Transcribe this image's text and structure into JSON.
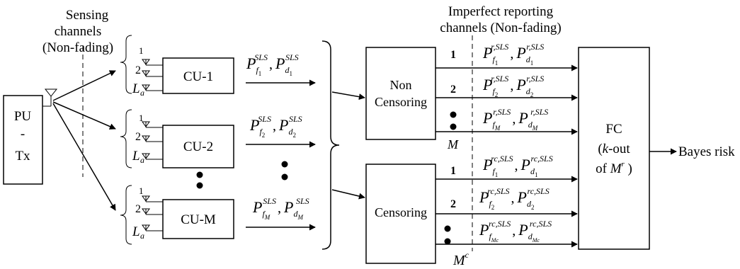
{
  "labels": {
    "sensing_channels_line1": "Sensing",
    "sensing_channels_line2": "channels",
    "sensing_channels_line3": "(Non-fading)",
    "reporting_line1": "Imperfect reporting",
    "reporting_line2": "channels (Non-fading)",
    "pu_line1": "PU",
    "pu_line2": "-",
    "pu_line3": "Tx",
    "cu1": "CU-1",
    "cu2": "CU-2",
    "cuM": "CU-M",
    "antenna_1": "1",
    "antenna_2": "2",
    "antenna_La": "L",
    "antenna_La_sub": "a",
    "non_censoring_line1": "Non",
    "non_censoring_line2": "Censoring",
    "censoring": "Censoring",
    "fc_line1": "FC",
    "fc_line2_k": "k",
    "fc_line2_rest": "-out",
    "fc_line3_of": "of ",
    "fc_line3_M": "M",
    "fc_line3_sup": "r",
    "fc_line3_close": " )",
    "fc_line2_open": "(",
    "bayes": "Bayes risk",
    "M_label": "M",
    "Mc_label": "M",
    "Mc_sup": "c",
    "row_1": "1",
    "row_2": "2"
  },
  "math": {
    "P": "P",
    "f": "f",
    "d": "d",
    "SLS": "SLS",
    "r_SLS": "r,SLS",
    "rc_SLS": "rc,SLS",
    "sub_1": "1",
    "sub_2": "2",
    "sub_M": "M",
    "sub_Mc": "Mc",
    "comma": ","
  },
  "colors": {
    "stroke": "#000000",
    "background": "#ffffff"
  }
}
